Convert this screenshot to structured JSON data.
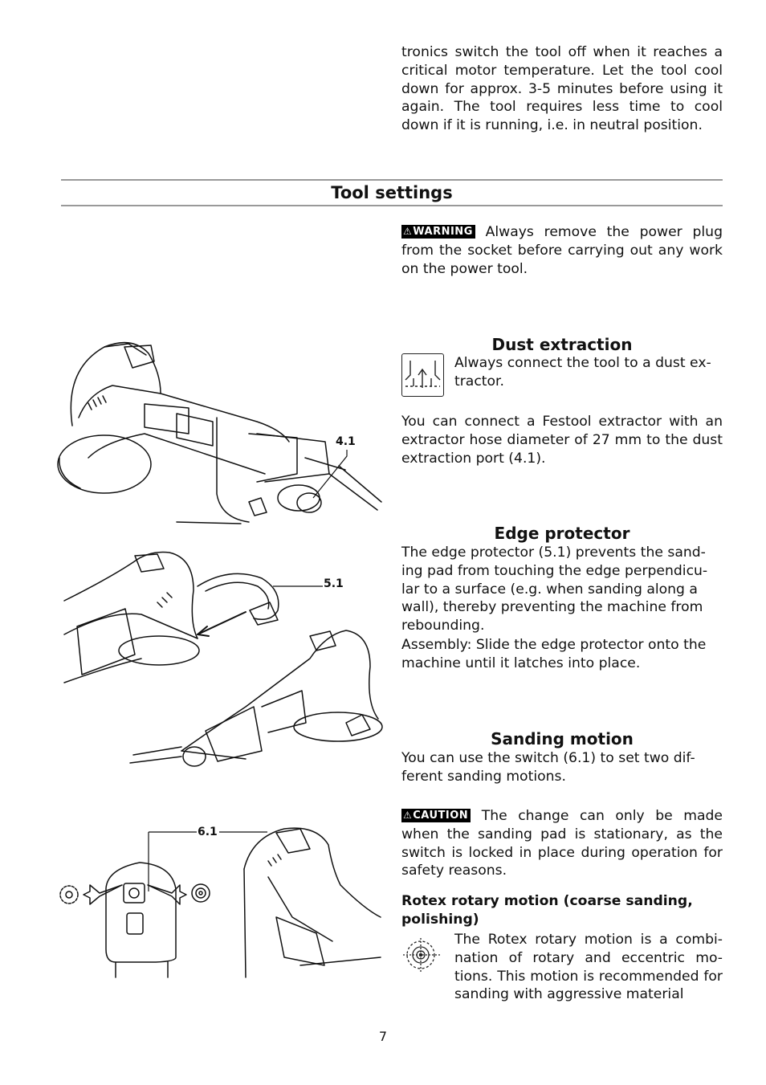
{
  "intro_paragraph": "tronics switch the tool off when it reaches a critical motor temperature. Let the tool cool down for approx. 3-5 minutes before using it again. The tool requires less time to cool down if it is running, i.e. in neutral position.",
  "section_title": "Tool settings",
  "warning": {
    "badge": "WARNING",
    "text": "Always remove the power plug from the socket before carrying out any work on the power tool."
  },
  "dust_extraction": {
    "heading": "Dust extraction",
    "icon": "dust-extractor-icon",
    "note": "Always connect the tool to a dust ex-tractor.",
    "paragraph": "You can connect a Festool extractor with an extractor hose diameter of 27 mm to the dust extraction port (4.1).",
    "callout": "4.1"
  },
  "edge_protector": {
    "heading": "Edge protector",
    "paragraph": "The edge protector (5.1) prevents the sand-ing pad from touching the edge perpendicu-lar to a surface (e.g. when sanding along a wall), thereby preventing the machine from rebounding.",
    "assembly": "Assembly: Slide the edge protector onto the machine until it latches into place.",
    "callout": "5.1"
  },
  "sanding_motion": {
    "heading": "Sanding motion",
    "paragraph": "You can use the switch (6.1) to set two dif-ferent sanding motions.",
    "caution_badge": "CAUTION",
    "caution_text": "The change can only be made when the sanding pad is stationary, as the switch is locked in place during operation for safety reasons.",
    "subheading": "Rotex rotary motion (coarse sanding, polishing)",
    "icon": "rotary-motion-icon",
    "rotex_text": "The Rotex rotary motion is a combi-nation of rotary and eccentric mo-tions. This motion is recommended for sanding with aggressive material",
    "callout": "6.1"
  },
  "page_number": "7"
}
